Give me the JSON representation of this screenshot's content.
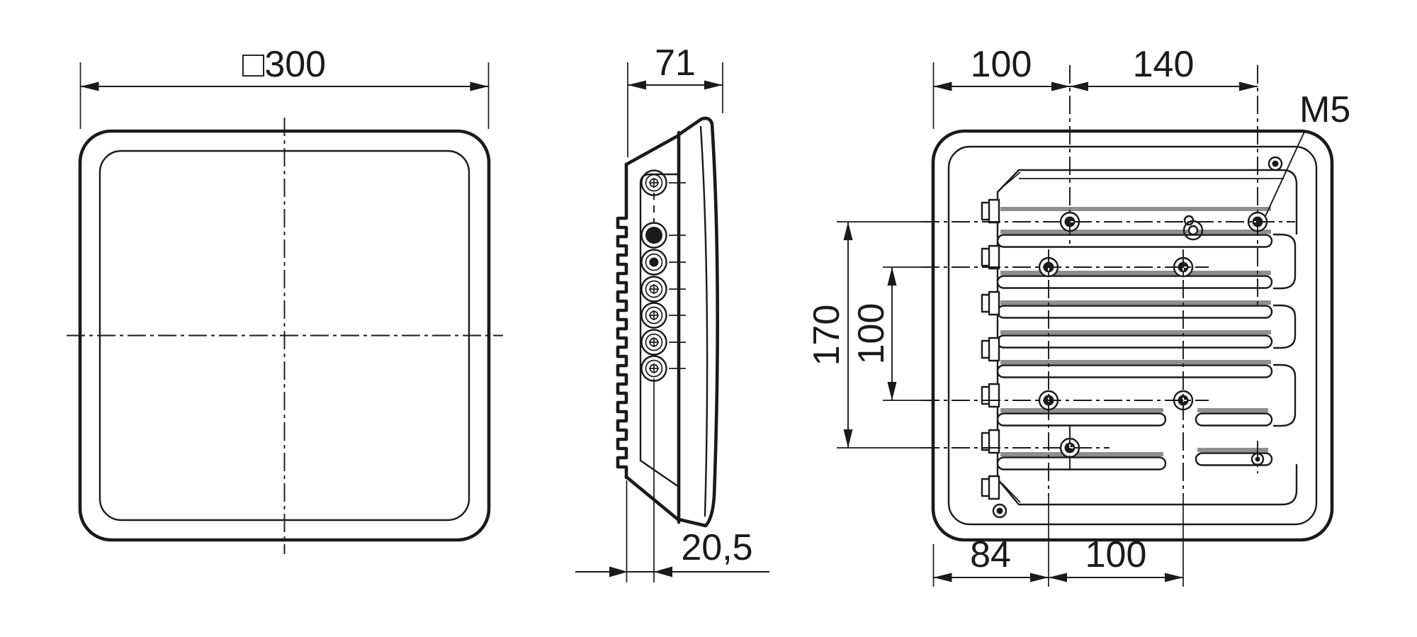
{
  "drawing": {
    "type": "technical-dimension-drawing",
    "colors": {
      "line": "#1a1a1a",
      "background": "#ffffff",
      "shading": "#8f8f8f"
    },
    "views": {
      "front": {
        "dim_width": "□300"
      },
      "side": {
        "dim_depth": "71",
        "dim_connector_offset": "20,5"
      },
      "back": {
        "dim_top_left": "100",
        "dim_top_right": "140",
        "thread_label": "M5",
        "dim_left_outer": "170",
        "dim_left_inner": "100",
        "dim_bottom_left": "84",
        "dim_bottom_right": "100"
      }
    }
  }
}
